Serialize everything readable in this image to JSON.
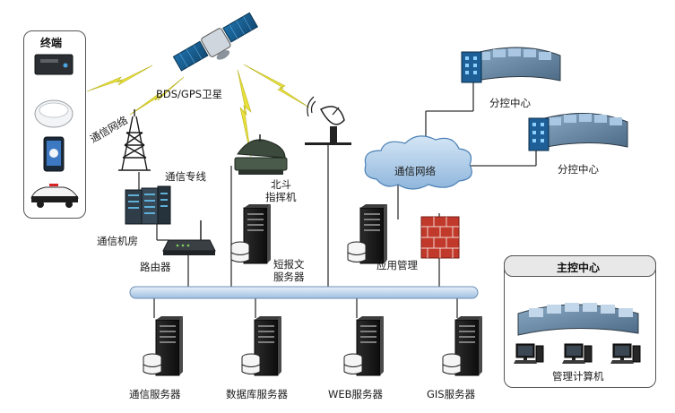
{
  "terminals": {
    "title": "终端"
  },
  "satellite": {
    "label": "BDS/GPS卫星"
  },
  "tower": {
    "label": "通信网络"
  },
  "dedicated_line": {
    "label": "通信专线"
  },
  "machine_room": {
    "label": "通信机房"
  },
  "router": {
    "label": "路由器"
  },
  "beidou": {
    "label_line1": "北斗",
    "label_line2": "指挥机"
  },
  "sms_server": {
    "label_line1": "短报文",
    "label_line2": "服务器"
  },
  "app_mgmt": {
    "label": "应用管理"
  },
  "cloud": {
    "label": "通信网络"
  },
  "branch_centers": [
    {
      "label": "分控中心"
    },
    {
      "label": "分控中心"
    }
  ],
  "main_center": {
    "title": "主控中心",
    "computers_label": "管理计算机"
  },
  "bottom_servers": [
    {
      "label": "通信服务器"
    },
    {
      "label": "数据库服务器"
    },
    {
      "label": "WEB服务器"
    },
    {
      "label": "GIS服务器"
    }
  ],
  "colors": {
    "bus": "#c9ddf0",
    "cloud": "#b9d5ee",
    "firewall": "#c0392b",
    "bolt": "#e9e23a"
  }
}
